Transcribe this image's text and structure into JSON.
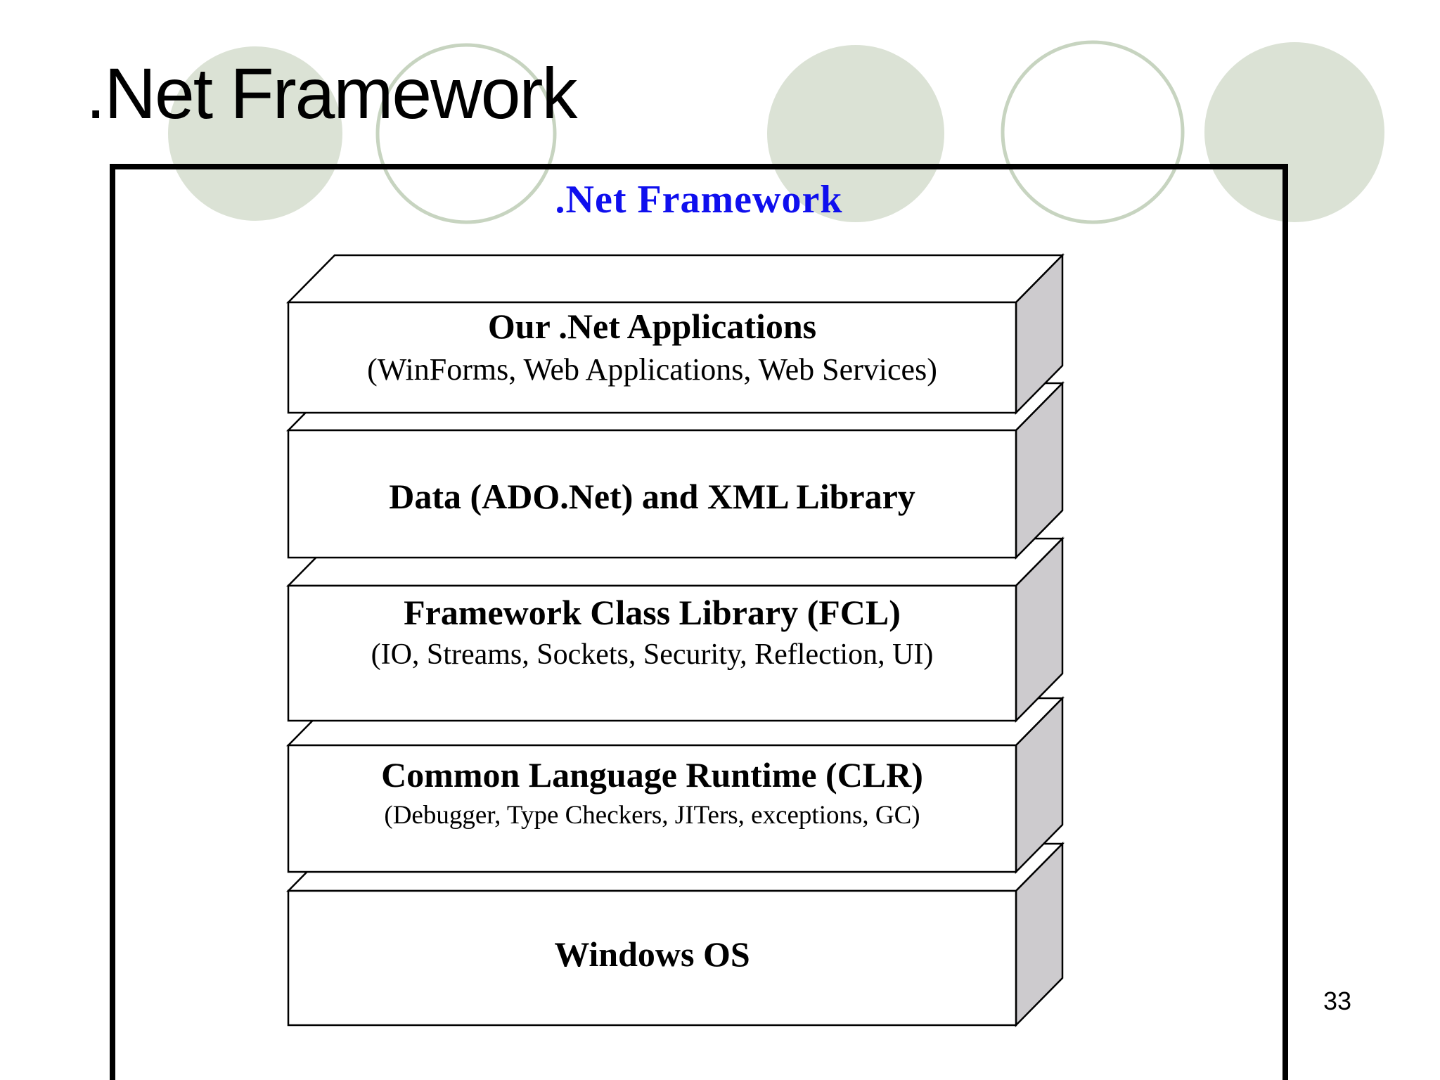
{
  "slide": {
    "title": ".Net Framework",
    "page_number": "33"
  },
  "diagram": {
    "heading": ".Net Framework",
    "layers": [
      {
        "title": "Our .Net Applications",
        "subtitle": "(WinForms, Web Applications, Web Services)"
      },
      {
        "title": "Data (ADO.Net) and XML Library",
        "subtitle": ""
      },
      {
        "title": "Framework Class Library (FCL)",
        "subtitle": "(IO, Streams, Sockets, Security, Reflection, UI)"
      },
      {
        "title": "Common Language Runtime (CLR)",
        "subtitle": "(Debugger, Type Checkers, JITers, exceptions, GC)"
      },
      {
        "title": "Windows OS",
        "subtitle": ""
      }
    ],
    "colors": {
      "box_face": "#ffffff",
      "box_side": "#cdcbce",
      "box_outline": "#000000",
      "heading_blue": "#0f0fee"
    }
  },
  "decor": {
    "circle_fill": "#dbe2d5",
    "circle_outline_stroke": "#c7d4c0"
  }
}
